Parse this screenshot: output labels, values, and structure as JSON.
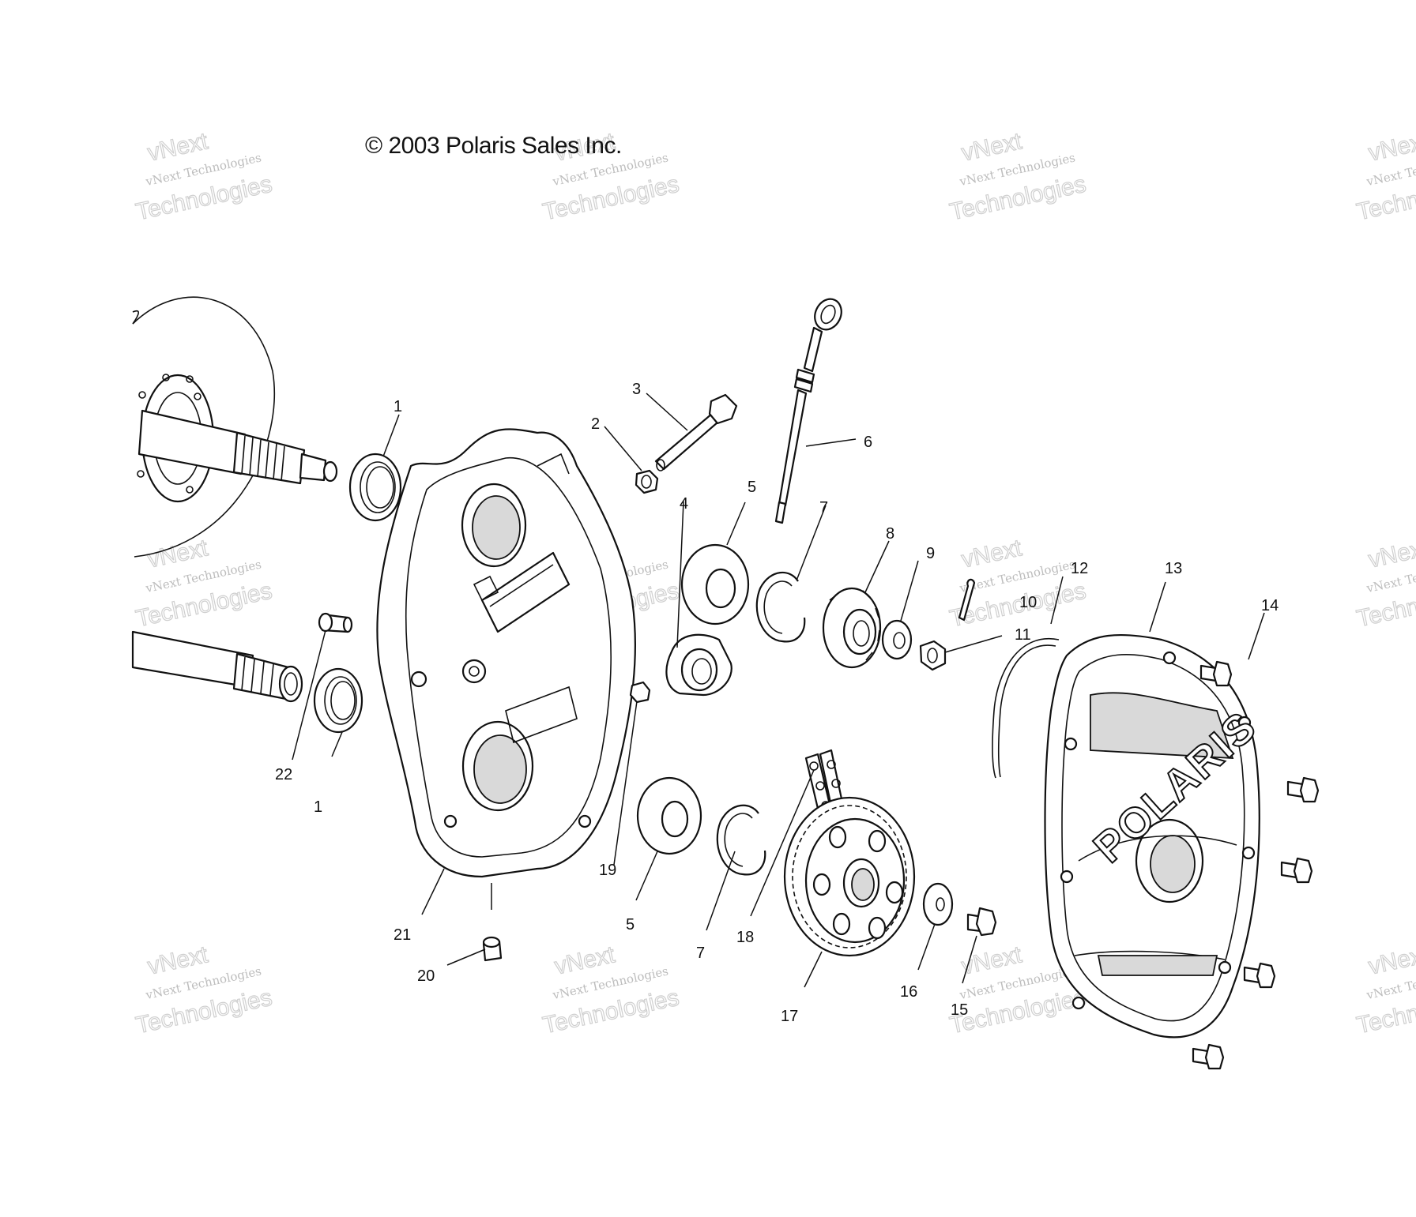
{
  "copyright": "© 2003 Polaris Sales Inc.",
  "watermark": {
    "line1": "vNext",
    "line2": "vNext Technologies",
    "line3": "Technologies"
  },
  "brand_on_cover": "POLARIS",
  "callouts": [
    "1",
    "1",
    "2",
    "3",
    "4",
    "5",
    "5",
    "6",
    "7",
    "7",
    "8",
    "9",
    "10",
    "11",
    "12",
    "13",
    "14",
    "15",
    "16",
    "17",
    "18",
    "19",
    "20",
    "21",
    "22"
  ]
}
